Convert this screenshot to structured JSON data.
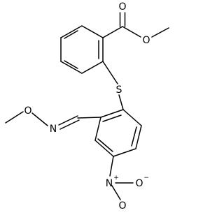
{
  "structure": {
    "atoms": {
      "ester_carbonyl_o": "O",
      "ester_ether_o": "O",
      "thioether_s": "S",
      "oxime_o": "O",
      "oxime_n": "N",
      "nitro_n": "N",
      "nitro_n_charge": "+",
      "nitro_o_top": "O",
      "nitro_o_right": "O",
      "nitro_o_charge": "−"
    }
  }
}
